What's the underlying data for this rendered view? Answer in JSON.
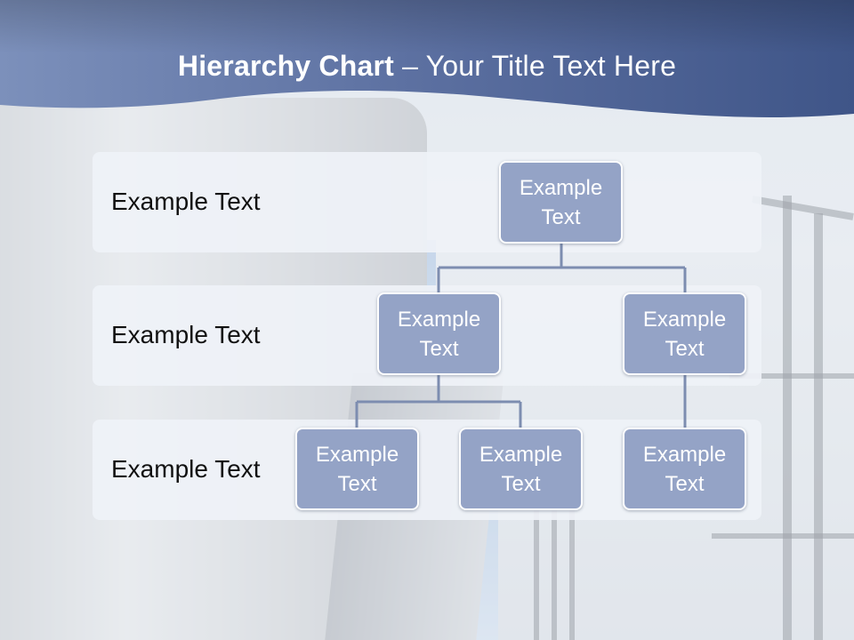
{
  "slide": {
    "title_bold": "Hierarchy Chart",
    "title_rest": " – Your Title Text Here"
  },
  "levels": [
    {
      "label": "Example Text"
    },
    {
      "label": "Example Text"
    },
    {
      "label": "Example Text"
    }
  ],
  "nodes": [
    {
      "line1": "Example",
      "line2": "Text"
    },
    {
      "line1": "Example",
      "line2": "Text"
    },
    {
      "line1": "Example",
      "line2": "Text"
    },
    {
      "line1": "Example",
      "line2": "Text"
    },
    {
      "line1": "Example",
      "line2": "Text"
    },
    {
      "line1": "Example",
      "line2": "Text"
    }
  ],
  "colors": {
    "header_dark": "#3c5283",
    "header_light": "#7c90bb",
    "node_fill": "#94a3c6",
    "connector": "#7d8db0"
  }
}
